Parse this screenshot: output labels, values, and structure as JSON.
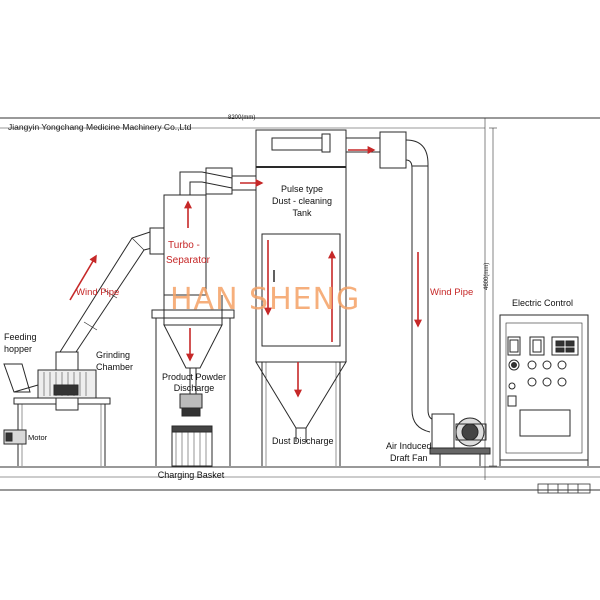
{
  "header": {
    "company": "Jiangyin Yongchang Medicine Machinery Co.,Ltd",
    "top_dimension": "8200(mm)",
    "side_dimension": "4600(mm)"
  },
  "watermark": "HAN SHENG",
  "labels": {
    "wind_pipe_left": "Wind Pipe",
    "wind_pipe_right": "Wind Pipe",
    "turbo_separator_1": "Turbo -",
    "turbo_separator_2": "Separator",
    "pulse_tank_1": "Pulse type",
    "pulse_tank_2": "Dust - cleaning",
    "pulse_tank_3": "Tank",
    "feeding_hopper_1": "Feeding",
    "feeding_hopper_2": "hopper",
    "grinding_chamber_1": "Grinding",
    "grinding_chamber_2": "Chamber",
    "motor": "Motor",
    "product_discharge_1": "Product Powder",
    "product_discharge_2": "Discharge",
    "charging_basket": "Charging Basket",
    "dust_discharge": "Dust Discharge",
    "air_fan_1": "Air Induced",
    "air_fan_2": "Draft  Fan",
    "electric_control": "Electric Control"
  },
  "colors": {
    "line": "#2a2a2a",
    "arrow": "#c62828",
    "watermark": "#f5a266"
  }
}
